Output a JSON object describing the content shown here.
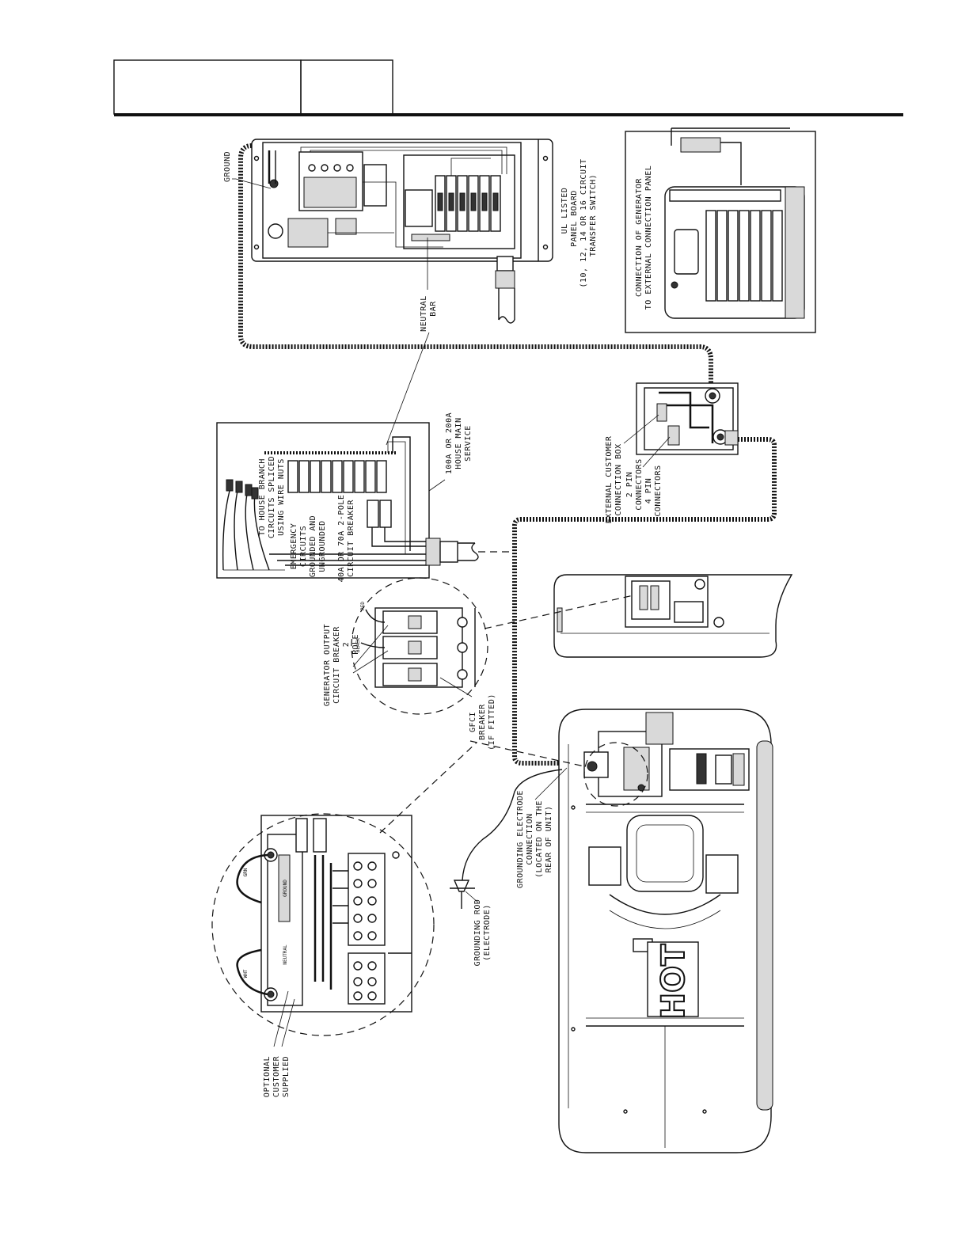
{
  "header": {
    "title_box": "",
    "page_box": ""
  },
  "labels": {
    "ground": "GROUND",
    "ul_listed_1": "UL LISTED",
    "ul_listed_2": "PANEL BOARD",
    "ul_listed_3": "(10, 12, 14 OR 16 CIRCUIT",
    "ul_listed_4": "TRANSFER SWITCH)",
    "neutral_bar_1": "NEUTRAL",
    "neutral_bar_2": "BAR",
    "conn_gen_1": "CONNECTION OF GENERATOR",
    "conn_gen_2": "TO EXTERNAL CONNECTION PANEL",
    "house_main_1": "100A OR 200A",
    "house_main_2": "HOUSE MAIN",
    "house_main_3": "SERVICE",
    "branch_1": "TO HOUSE BRANCH",
    "branch_2": "CIRCUITS SPLICED",
    "branch_3": "USING WIRE NUTS",
    "emerg_1": "EMERGENCY",
    "emerg_2": "CIRCUITS",
    "emerg_3": "GROUNDED AND",
    "emerg_4": "UNGROUNDED",
    "breaker2p_1": "40A OR 70A 2-POLE",
    "breaker2p_2": "CIRCUIT BREAKER",
    "ext_box_1": "EXTERNAL CUSTOMER",
    "ext_box_2": "CONNECTION BOX",
    "ext_box_3": "2 PIN",
    "ext_box_4": "CONNECTORS",
    "ext_box_5": "4 PIN",
    "ext_box_6": "CONNECTORS",
    "gen_out_1": "GENERATOR OUTPUT",
    "gen_out_2": "CIRCUIT BREAKER",
    "gen_out_3": "2",
    "gen_out_4": "POLE",
    "wire_red": "RED",
    "wire_black": "BLACK",
    "gfci_1": "GFCI",
    "gfci_2": "BREAKER",
    "gfci_3": "(IF FITTED)",
    "ground_elec_1": "GROUNDING ELECTRODE",
    "ground_elec_2": "CONNECTION",
    "ground_elec_3": "(LOCATED ON THE",
    "ground_elec_4": "REAR OF UNIT)",
    "ground_rod_1": "GROUNDING ROD",
    "ground_rod_2": "(ELECTRODE)",
    "optional_1": "OPTIONAL",
    "optional_2": "CUSTOMER",
    "optional_3": "SUPPLIED",
    "ground_bar": "GROUND",
    "neutral_block": "NEUTRAL",
    "grn_tag": "GRN",
    "wht_tag": "WHT",
    "hot": "HOT"
  }
}
